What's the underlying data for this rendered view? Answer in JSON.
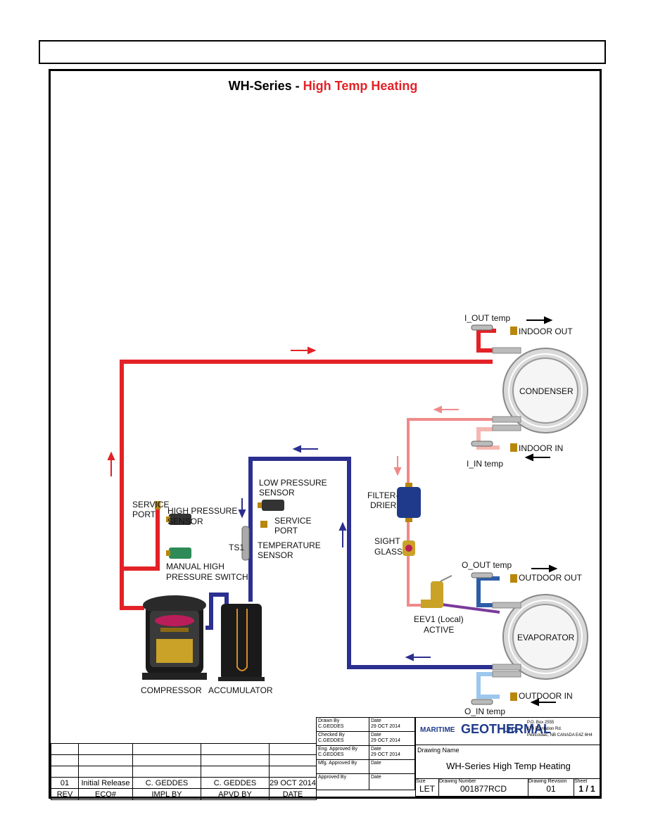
{
  "title": {
    "prefix": "WH-Series - ",
    "highlight": "High Temp Heating"
  },
  "labels": {
    "i_out_temp": "I_OUT temp",
    "indoor_out": "INDOOR OUT",
    "condenser": "CONDENSER",
    "indoor_in": "INDOOR IN",
    "i_in_temp": "I_IN temp",
    "low_pressure_sensor_1": "LOW PRESSURE",
    "low_pressure_sensor_2": "SENSOR",
    "service_port_low_1": "SERVICE",
    "service_port_low_2": "PORT",
    "ts1": "TS1",
    "temperature_sensor_1": "TEMPERATURE",
    "temperature_sensor_2": "SENSOR",
    "service_port_high_1": "SERVICE",
    "service_port_high_2": "PORT",
    "high_pressure_sensor_1": "HIGH PRESSURE",
    "high_pressure_sensor_2": "SENSOR",
    "manual_switch_1": "MANUAL HIGH",
    "manual_switch_2": "PRESSURE SWITCH",
    "filter_drier_1": "FILTER-",
    "filter_drier_2": "DRIER",
    "sight_glass_1": "SIGHT",
    "sight_glass_2": "GLASS",
    "o_out_temp": "O_OUT temp",
    "outdoor_out": "OUTDOOR OUT",
    "eev_1": "EEV1 (Local)",
    "eev_2": "ACTIVE",
    "evaporator": "EVAPORATOR",
    "outdoor_in": "OUTDOOR IN",
    "o_in_temp": "O_IN temp",
    "compressor": "COMPRESSOR",
    "accumulator": "ACCUMULATOR"
  },
  "revision_table": {
    "row": [
      "01",
      "Initial Release",
      "C. GEDDES",
      "C. GEDDES",
      "29 OCT 2014"
    ],
    "headers": [
      "REV",
      "ECO#",
      "IMPL BY",
      "APVD BY",
      "DATE"
    ]
  },
  "approvals": [
    {
      "label": "Drawn By",
      "name": "C.GEDDES",
      "date_label": "Date",
      "date": "29 OCT 2014"
    },
    {
      "label": "Checked By",
      "name": "C.GEDDES",
      "date_label": "Date",
      "date": "29 OCT 2014"
    },
    {
      "label": "Eng. Approved By",
      "name": "C.GEDDES",
      "date_label": "Date",
      "date": "29 OCT 2014"
    },
    {
      "label": "Mfg. Approved By",
      "name": "",
      "date_label": "Date",
      "date": ""
    },
    {
      "label": "Approved By",
      "name": "",
      "date_label": "Date",
      "date": ""
    }
  ],
  "company": {
    "name_small": "MARITIME",
    "name_big": "GEOTHERMAL",
    "suffix": "LTD.",
    "address1": "P.O. Box 2555",
    "address2": "170 Plantation Rd.",
    "address3": "Petitcodiac, NB CANADA E4Z 6H4"
  },
  "drawing": {
    "name_label": "Drawing Name",
    "name": "WH-Series High Temp Heating",
    "size_label": "Size",
    "size": "LET",
    "number_label": "Drawing Number",
    "number": "001877RCD",
    "revision_label": "Drawing Revision",
    "revision": "01",
    "sheet_label": "Sheet",
    "sheet": "1 / 1"
  },
  "colors": {
    "hot_gas": "#e32227",
    "liquid": "#f08a8a",
    "suction": "#2b2f8f",
    "cold_water": "#9cc7ee"
  }
}
